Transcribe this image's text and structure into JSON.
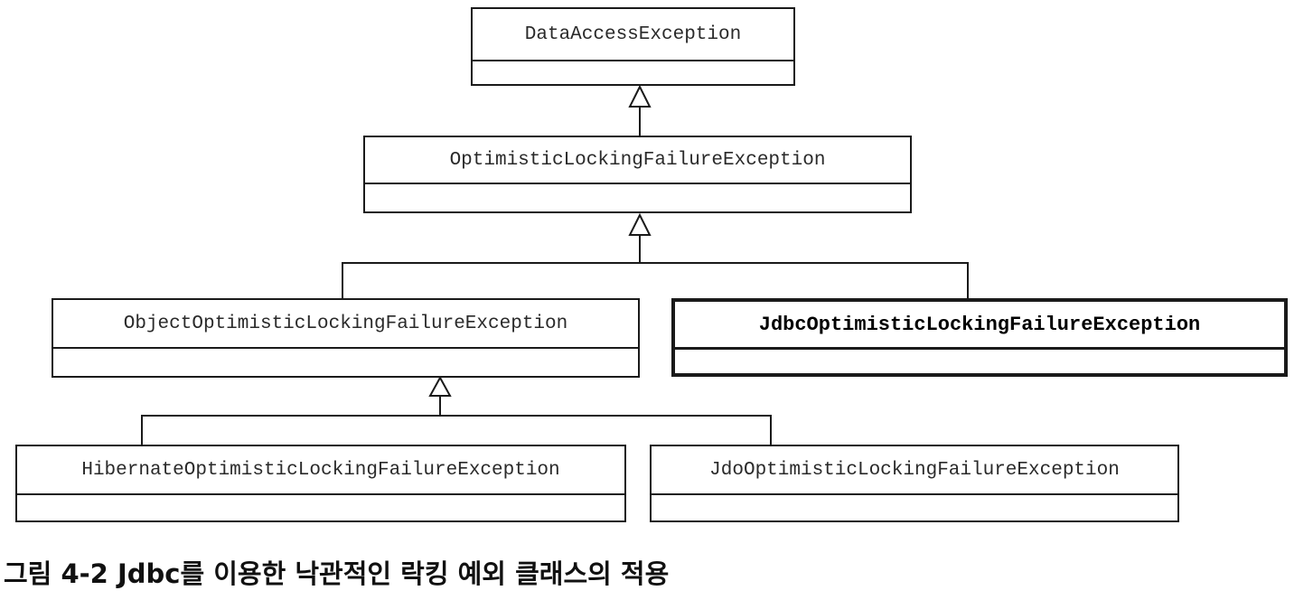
{
  "diagram": {
    "classes": {
      "data_access": "DataAccessException",
      "optimistic": "OptimisticLockingFailureException",
      "object_optimistic": "ObjectOptimisticLockingFailureException",
      "jdbc_optimistic": "JdbcOptimisticLockingFailureException",
      "hibernate_optimistic": "HibernateOptimisticLockingFailureException",
      "jdo_optimistic": "JdoOptimisticLockingFailureException"
    },
    "highlighted_class": "JdbcOptimisticLockingFailureException",
    "relation": "inheritance"
  },
  "caption": "그림 4-2 Jdbc를 이용한 낙관적인 락킹 예외 클래스의 적용"
}
